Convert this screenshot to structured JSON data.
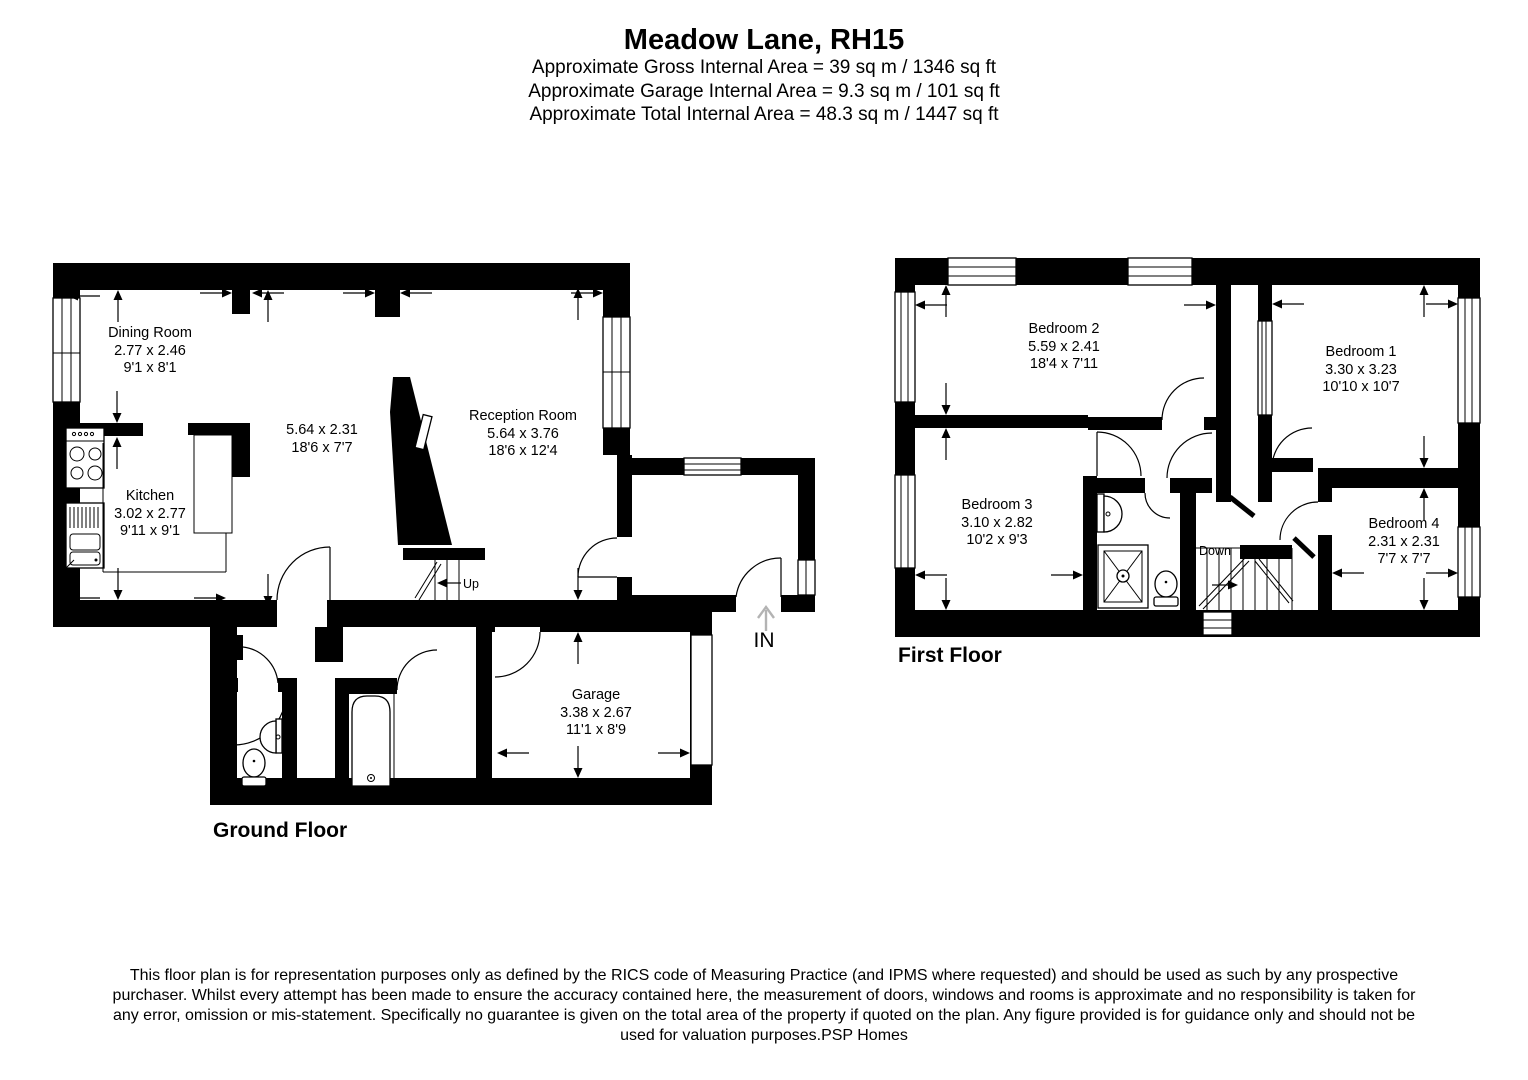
{
  "header": {
    "title": "Meadow Lane, RH15",
    "area_lines": [
      "Approximate Gross Internal Area = 39 sq m / 1346 sq ft",
      "Approximate Garage Internal Area = 9.3 sq m / 101 sq ft",
      "Approximate Total Internal Area = 48.3 sq m / 1447 sq ft"
    ]
  },
  "floors": {
    "ground": {
      "caption": "Ground Floor"
    },
    "first": {
      "caption": "First Floor"
    }
  },
  "rooms": {
    "dining": {
      "name": "Dining Room",
      "metric": "2.77 x 2.46",
      "imperial": "9'1 x 8'1"
    },
    "kitchen": {
      "name": "Kitchen",
      "metric": "3.02 x 2.77",
      "imperial": "9'11 x 9'1"
    },
    "reception_left": {
      "metric": "5.64 x 2.31",
      "imperial": "18'6 x 7'7"
    },
    "reception": {
      "name": "Reception Room",
      "metric": "5.64 x 3.76",
      "imperial": "18'6 x 12'4"
    },
    "garage": {
      "name": "Garage",
      "metric": "3.38 x 2.67",
      "imperial": "11'1 x 8'9"
    },
    "bedroom1": {
      "name": "Bedroom 1",
      "metric": "3.30 x 3.23",
      "imperial": "10'10 x 10'7"
    },
    "bedroom2": {
      "name": "Bedroom 2",
      "metric": "5.59 x 2.41",
      "imperial": "18'4 x 7'11"
    },
    "bedroom3": {
      "name": "Bedroom 3",
      "metric": "3.10 x 2.82",
      "imperial": "10'2 x 9'3"
    },
    "bedroom4": {
      "name": "Bedroom 4",
      "metric": "2.31 x 2.31",
      "imperial": "7'7 x 7'7"
    }
  },
  "annotations": {
    "up": "Up",
    "down": "Down",
    "entrance": "IN"
  },
  "disclaimer": "This floor plan is for representation purposes only as defined by the RICS code of Measuring Practice (and IPMS where requested) and should be used as such by any prospective purchaser. Whilst every attempt has been made to ensure the accuracy contained here, the measurement of doors, windows and rooms is approximate and no responsibility is taken for any error, omission or mis-statement. Specifically no guarantee is given on the total area of the property if quoted on the plan. Any figure provided is for guidance only and should not be used for valuation purposes.PSP Homes",
  "colors": {
    "wall": "#000000",
    "background": "#ffffff",
    "entry_arrow": "#b3b3b3"
  }
}
